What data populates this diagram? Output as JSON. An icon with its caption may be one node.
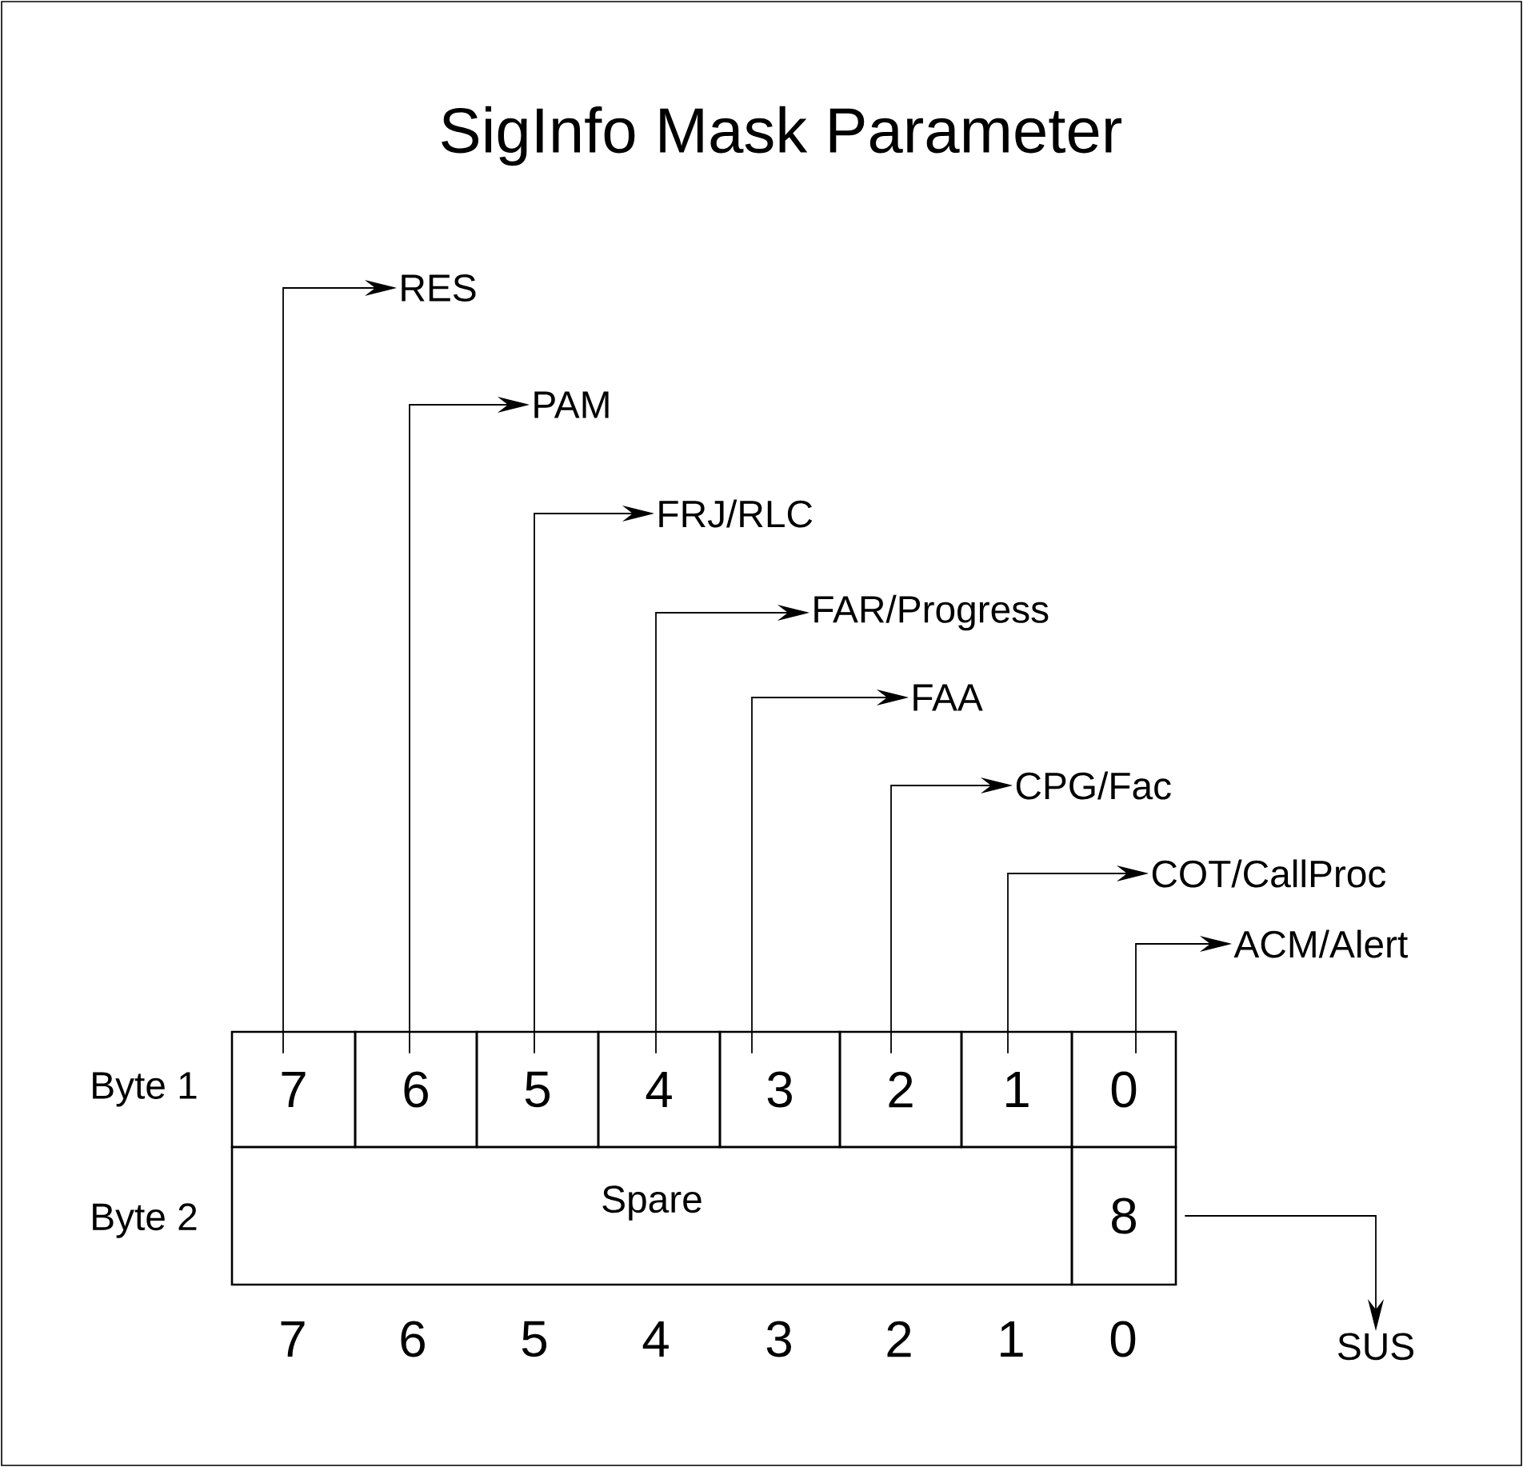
{
  "diagram": {
    "title": "SigInfo Mask Parameter",
    "nodes": [
      {
        "text": [
          "7"
        ]
      },
      {
        "text": [
          "6"
        ]
      },
      {
        "text": [
          "5"
        ]
      },
      {
        "text": [
          "4"
        ]
      },
      {
        "text": [
          "3"
        ]
      },
      {
        "text": [
          "2"
        ]
      },
      {
        "text": [
          "1"
        ]
      },
      {
        "text": [
          "0"
        ]
      },
      {
        "text": [
          "Spare"
        ]
      },
      {
        "text": [
          "8"
        ]
      },
      {
        "text": [
          "RES"
        ]
      },
      {
        "text": [
          "PAM"
        ]
      },
      {
        "text": [
          "FRJ/RLC"
        ]
      },
      {
        "text": [
          "FAR/Progress"
        ]
      },
      {
        "text": [
          "FAA"
        ]
      },
      {
        "text": [
          "CPG/Fac"
        ]
      },
      {
        "text": [
          "COT/CallProc"
        ]
      },
      {
        "text": [
          "ACM/Alert"
        ]
      },
      {
        "text": [
          "SUS"
        ]
      }
    ],
    "edges": [
      {
        "from": 0,
        "to": 10,
        "arrow": "to"
      },
      {
        "from": 1,
        "to": 11,
        "arrow": "to"
      },
      {
        "from": 2,
        "to": 12,
        "arrow": "to"
      },
      {
        "from": 3,
        "to": 13,
        "arrow": "to"
      },
      {
        "from": 4,
        "to": 14,
        "arrow": "to"
      },
      {
        "from": 5,
        "to": 15,
        "arrow": "to"
      },
      {
        "from": 6,
        "to": 16,
        "arrow": "to"
      },
      {
        "from": 7,
        "to": 17,
        "arrow": "to"
      },
      {
        "from": 9,
        "to": 18,
        "arrow": "to"
      }
    ],
    "labels": [
      "Byte 1",
      "Byte 2",
      "7",
      "6",
      "5",
      "4",
      "3",
      "2",
      "1",
      "0"
    ]
  }
}
